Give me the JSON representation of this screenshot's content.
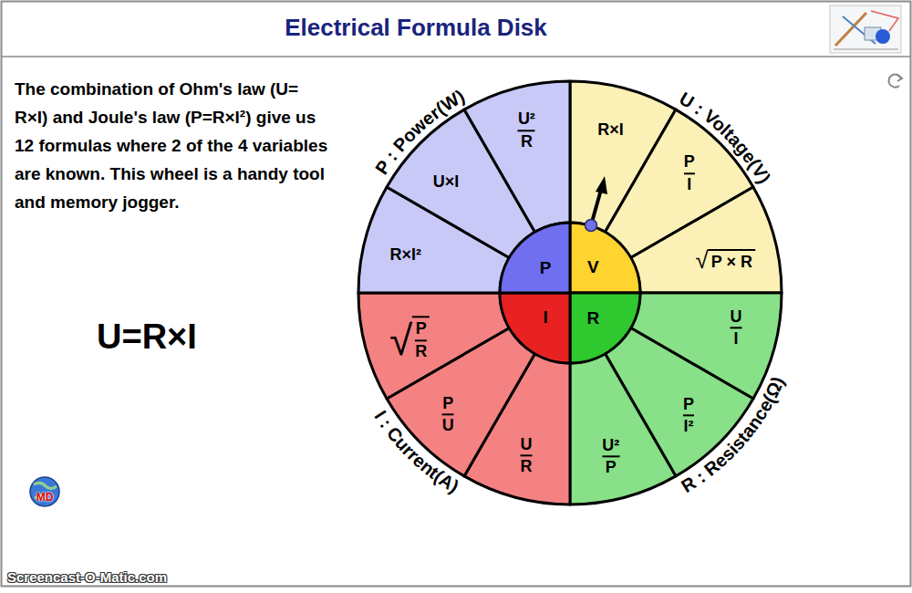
{
  "diagram": {
    "title": "Electrical Formula Disk",
    "nodes": [
      {
        "text": [
          "R×I"
        ]
      },
      {
        "text": [
          "P",
          "I"
        ]
      },
      {
        "text": [
          "√",
          "P × R"
        ]
      },
      {
        "text": [
          "U",
          "I"
        ]
      },
      {
        "text": [
          "P",
          "I²"
        ]
      },
      {
        "text": [
          "U²",
          "P"
        ]
      },
      {
        "text": [
          "U",
          "R"
        ]
      },
      {
        "text": [
          "P",
          "U"
        ]
      },
      {
        "text": [
          "√",
          "P",
          "R"
        ]
      },
      {
        "text": [
          "R×I²"
        ]
      },
      {
        "text": [
          "U×I"
        ]
      },
      {
        "text": [
          "U²",
          "R"
        ]
      },
      {
        "text": [
          "V"
        ]
      },
      {
        "text": [
          "R"
        ]
      },
      {
        "text": [
          "I"
        ]
      },
      {
        "text": [
          "P"
        ]
      }
    ],
    "labels": [
      "The combination of Ohm's law (U= R×I) and Joule's law (P=R×I²) give us 12 formulas where 2 of the 4 variables are known. This wheel is a handy tool and memory jogger.",
      "U=R×I",
      "P : Power(W)",
      "U : Voltage(V)",
      "I : Current(A)",
      "R : Resistance(Ω)",
      "MD",
      "Screencast-O-Matic.com"
    ]
  }
}
